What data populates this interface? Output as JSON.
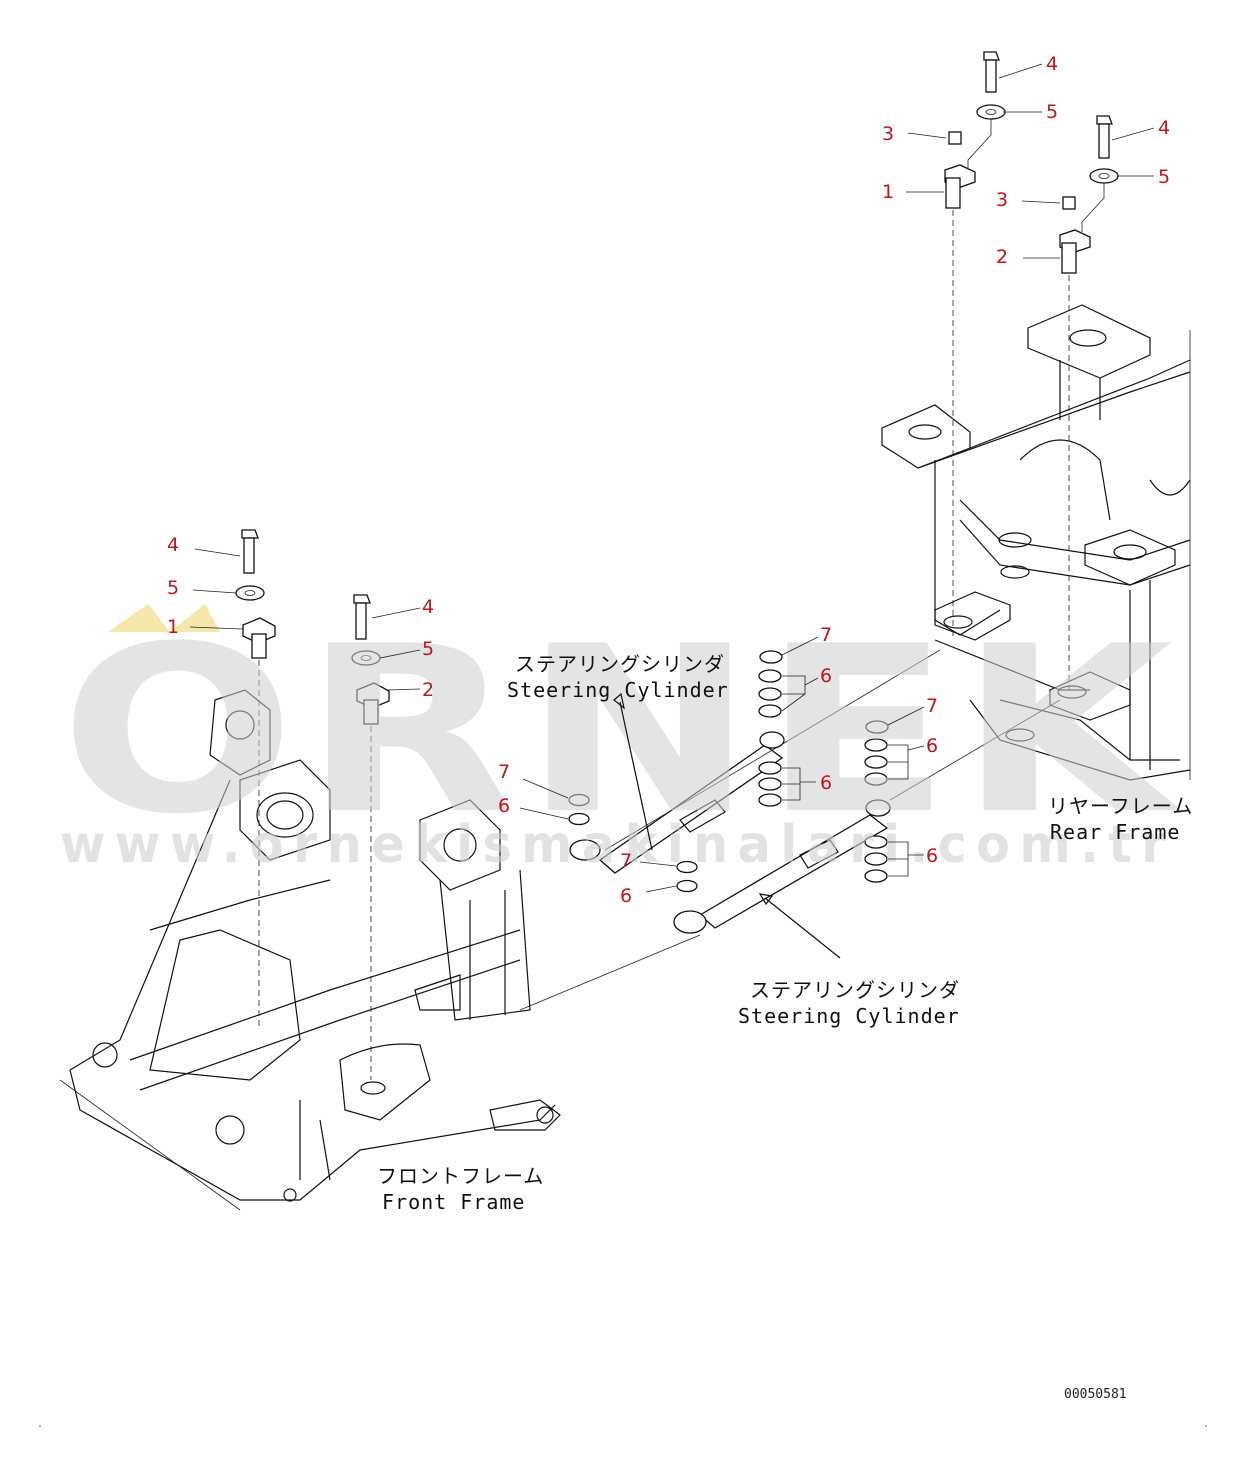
{
  "watermark": {
    "brand": "ORNEK",
    "url": "www.ornekismakinalari.com.tr"
  },
  "captions": {
    "steering_cylinder_upper": {
      "jp": "ステアリングシリンダ",
      "en": "Steering Cylinder"
    },
    "steering_cylinder_lower": {
      "jp": "ステアリングシリンダ",
      "en": "Steering Cylinder"
    },
    "rear_frame": {
      "jp": "リヤーフレーム",
      "en": "Rear Frame"
    },
    "front_frame": {
      "jp": "フロントフレーム",
      "en": "Front Frame"
    }
  },
  "drawing_number": "00050581",
  "callouts": {
    "rear_left": {
      "bolt": "4",
      "washer": "5",
      "plate": "3",
      "pin": "1"
    },
    "rear_right": {
      "bolt": "4",
      "washer": "5",
      "plate": "3",
      "pin": "2"
    },
    "front_left": {
      "bolt": "4",
      "washer": "5",
      "pin": "1"
    },
    "front_right": {
      "bolt": "4",
      "washer": "5",
      "pin": "2"
    },
    "upper_cyl_head": {
      "ring": "7",
      "shims": "6"
    },
    "upper_cyl_rod": {
      "ring": "7",
      "shims": "6"
    },
    "lower_cyl_head": {
      "ring": "7",
      "shims_a": "6",
      "shims_b": "6"
    },
    "lower_cyl_rod": {
      "ring": "7",
      "shims": "6"
    }
  },
  "colors": {
    "callout": "#c0141c",
    "line": "#111111",
    "watermark": "#cfcfd4",
    "logo_accent": "#f3e29a"
  }
}
